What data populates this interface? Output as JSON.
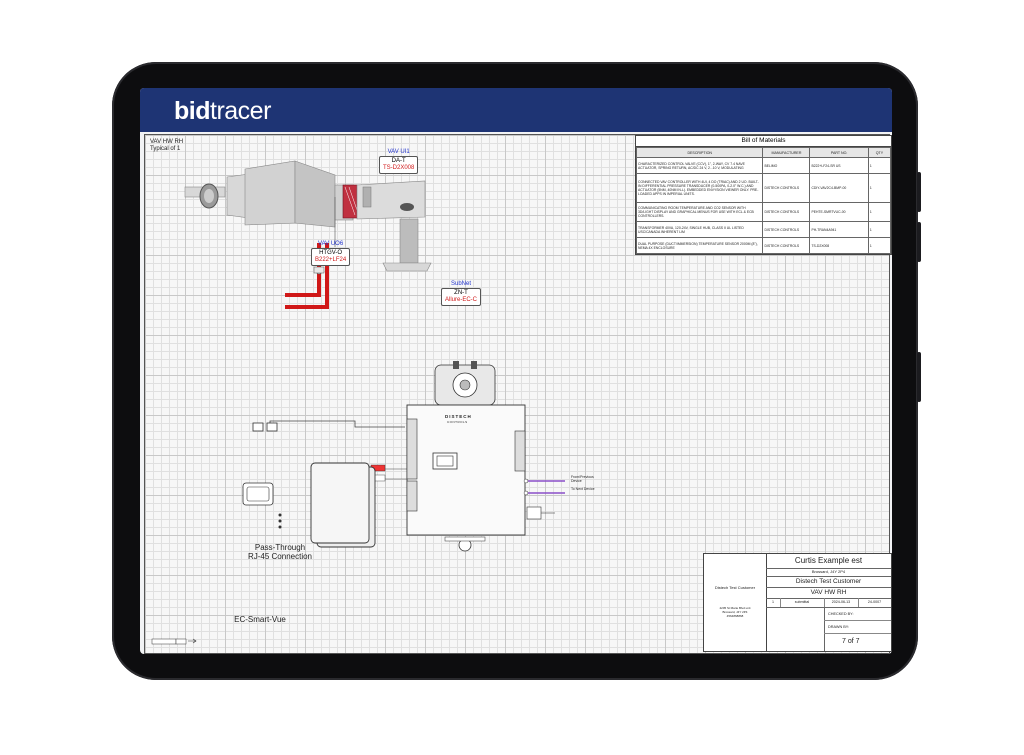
{
  "brand": {
    "logo_bold": "bid",
    "logo_light": "tracer"
  },
  "drawing": {
    "title": "VAV HW RH",
    "subtitle": "Typical of 1",
    "tags": [
      {
        "group": "VAV UI1",
        "name": "DA-T",
        "part": "TS-D2X008"
      },
      {
        "group": "VAV UO6",
        "name": "HTGV-O",
        "part": "B222+LF24"
      },
      {
        "group": "SubNet",
        "name": "ZN-T",
        "part": "Allure-EC-C"
      }
    ],
    "passthrough_line1": "Pass-Through",
    "passthrough_line2": "RJ-45 Connection",
    "smartvue_label": "EC-Smart-Vue",
    "controller_brand": "DISTECH",
    "controller_brand_sub": "CONTROLS",
    "prev_device": "From/Previous Device",
    "next_device": "To Next Device"
  },
  "bom": {
    "title": "Bill of Materials",
    "headers": [
      "DESCRIPTION",
      "MANUFACTURER",
      "PART NO.",
      "QTY"
    ],
    "rows": [
      [
        "CHARACTERIZED CONTROL VALVE (CCV), 1\", 2-WAY, CV 7.4 NAVE ACTUATOR, SPRING RETURN, AC/DC 24 V, 2...10 V, MODULATING",
        "BELIMO",
        "B222+LF24-SR US",
        "1"
      ],
      [
        "CONNECTED VAV CONTROLLER WITH 4UI, 4 DO (TRIAC) AND 2 UO. BUILT-IN DIFFERENTIAL PRESSURE TRANSDUCER (0-500PA, 0-2.0\" W.C.) AND ACTUATOR (5NM, 40NM IN-L). EMBEDDED ENVYSION VIEWER ONLY. PRE-LOADED APPS IN IMPERIAL UNITS.",
        "DISTECH CONTROLS",
        "CDIY-VAV2C4-BMP-00",
        "1"
      ],
      [
        "COMMUNICATING ROOM TEMPERATURE AND CO2 SENSOR WITH 3D/LIGHT DISPLAY AND GRAPHICAL MENUS FOR USE WITH ECL & ECB CONTROLLERS.",
        "DISTECH CONTROLS",
        "PEHTE-SMRTVUC-00",
        "1"
      ],
      [
        "TRANSFORMER 40VA, 120-24V, SINGLE HUB, CLASS II UL LISTED USC/CANADA INHERENT LIM",
        "DISTECH CONTROLS",
        "PH-TRAN4A941",
        "1"
      ],
      [
        "DUAL PURPOSE (DUCT/IMMERSION) TEMPERATURE SENSOR 2000M (8\"), NEMA 4X ENCLOSURE",
        "DISTECH CONTROLS",
        "TS-D2X008",
        "1"
      ]
    ]
  },
  "title_block": {
    "project": "Curtis Example est",
    "location": "Brossard, J4Y 2P4",
    "customer": "Distech Test Customer",
    "sheet_name": "VAV HW RH",
    "company": "Distech Test Customer",
    "address_line1": "4205 St Marie Blvd unit",
    "address_line2": "Brossard, J4Y 2P4",
    "address_line3": "4564868868",
    "rev_no": "1",
    "rev_desc": "submittal",
    "rev_date": "2024-06-13",
    "rev_author": "24-0007",
    "checked_by": "CHECKED BY:",
    "drawn_by": "DRAWN BY:",
    "page": "7 of 7"
  },
  "colors": {
    "header": "#1e3474",
    "pipe": "#d01818",
    "wire": "#8a4fc8"
  }
}
